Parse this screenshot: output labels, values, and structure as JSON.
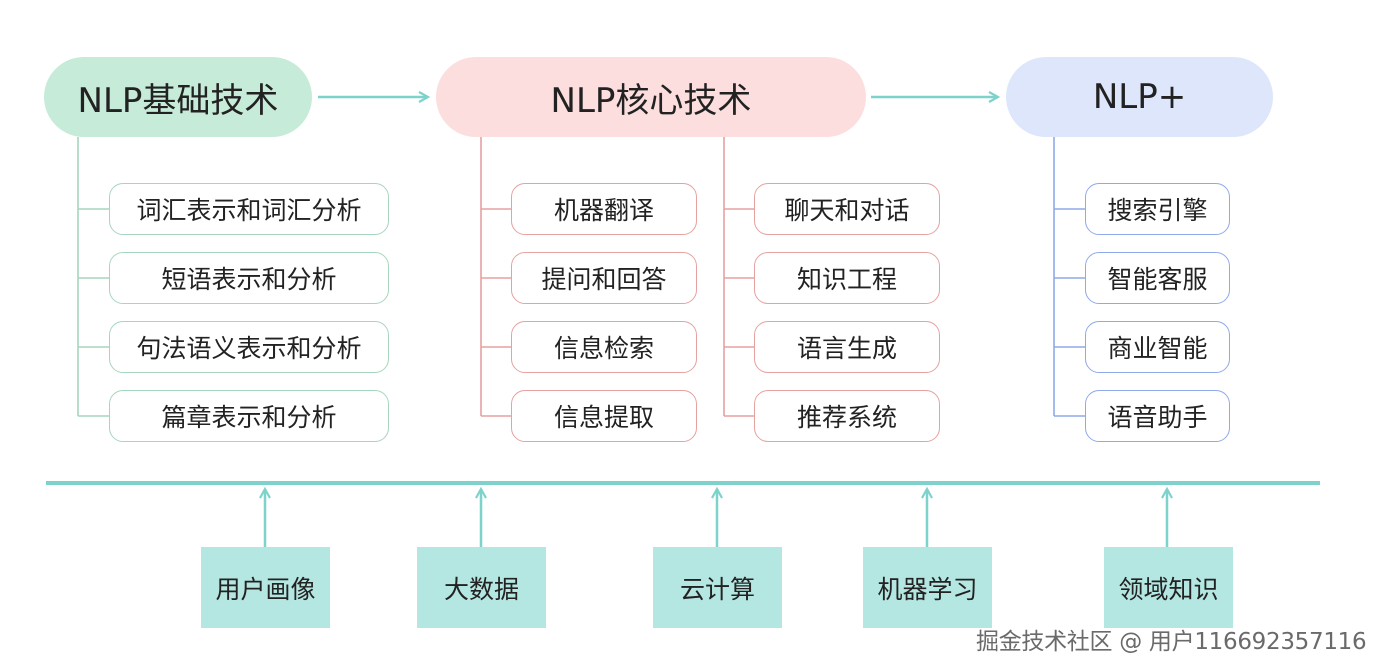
{
  "diagram": {
    "stages": [
      {
        "title": "NLP基础技术",
        "color": "#c6ebd9",
        "border": "#a7d6be",
        "items": [
          "词汇表示和词汇分析",
          "短语表示和分析",
          "句法语义表示和分析",
          "篇章表示和分析"
        ]
      },
      {
        "title": "NLP核心技术",
        "color": "#fcdede",
        "border": "#e6a1a1",
        "items_left": [
          "机器翻译",
          "提问和回答",
          "信息检索",
          "信息提取"
        ],
        "items_right": [
          "聊天和对话",
          "知识工程",
          "语言生成",
          "推荐系统"
        ]
      },
      {
        "title": "NLP+",
        "color": "#dde6fb",
        "border": "#8fa9ea",
        "items": [
          "搜索引擎",
          "智能客服",
          "商业智能",
          "语音助手"
        ]
      }
    ],
    "foundations": [
      "用户画像",
      "大数据",
      "云计算",
      "机器学习",
      "领域知识"
    ],
    "accent_color": "#7dd3cb"
  },
  "watermark": "掘金技术社区 @ 用户116692357116"
}
